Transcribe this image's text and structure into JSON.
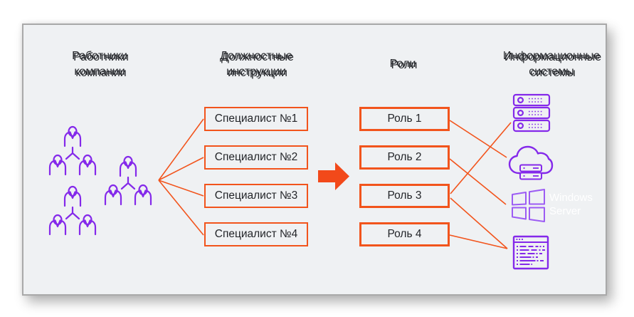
{
  "columns": [
    {
      "title": "Работники компании"
    },
    {
      "title": "Должностные инструкции"
    },
    {
      "title": "Роли"
    },
    {
      "title": "Информационные системы"
    }
  ],
  "specialists": [
    {
      "label": "Специалист №1"
    },
    {
      "label": "Специалист №2"
    },
    {
      "label": "Специалист №3"
    },
    {
      "label": "Специалист №4"
    }
  ],
  "roles": [
    {
      "label": "Роль 1"
    },
    {
      "label": "Роль 2"
    },
    {
      "label": "Роль 3"
    },
    {
      "label": "Роль 4"
    }
  ],
  "systems": {
    "windows_caption": "Windows Server",
    "icons": [
      "server-rack-icon",
      "cloud-server-icon",
      "windows-logo-icon",
      "code-window-icon"
    ]
  },
  "connections": {
    "employees_to_specialists": [
      "Специалист №1",
      "Специалист №2",
      "Специалист №3",
      "Специалист №4"
    ],
    "roles_to_systems": [
      {
        "from": "Роль 1",
        "to": "cloud-server"
      },
      {
        "from": "Роль 2",
        "to": "windows-server"
      },
      {
        "from": "Роль 3",
        "to": "server-rack"
      },
      {
        "from": "Роль 3",
        "to": "code-window"
      },
      {
        "from": "Роль 4",
        "to": "code-window"
      }
    ]
  },
  "colors": {
    "accent_orange": "#F2541C",
    "people_purple": "#8429EA",
    "windows_purple": "#9C5CF3",
    "caption_white": "#FFFFFF",
    "panel_bg": "#EFF1F3"
  }
}
